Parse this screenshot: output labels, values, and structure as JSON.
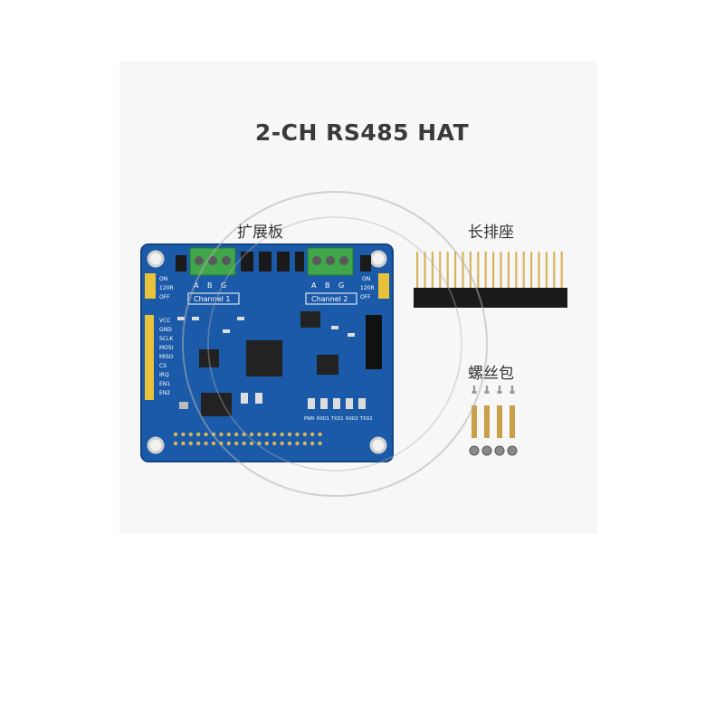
{
  "title": "2-CH RS485 HAT",
  "labels": {
    "board": "扩展板",
    "header": "长排座",
    "screws": "螺丝包"
  },
  "board": {
    "channel1": "Channel 1",
    "channel2": "Channel 2",
    "terminal_pins": [
      "A",
      "B",
      "G"
    ],
    "switch_left": [
      "ON",
      "120R",
      "OFF"
    ],
    "switch_right": [
      "ON",
      "120R",
      "OFF"
    ],
    "pin_labels": [
      "VCC",
      "GND",
      "SCLK",
      "MOSI",
      "MISO",
      "CS",
      "IRQ",
      "EN1",
      "EN2"
    ],
    "led_labels": [
      "PWR",
      "RXD1",
      "TXD1",
      "RXD2",
      "TXD2"
    ]
  },
  "colors": {
    "pcb": "#1b5aa8",
    "terminal": "#3fa64a",
    "header_pins": "#d9b45c",
    "header_body": "#1a1a1a",
    "brass": "#c9a04a"
  }
}
